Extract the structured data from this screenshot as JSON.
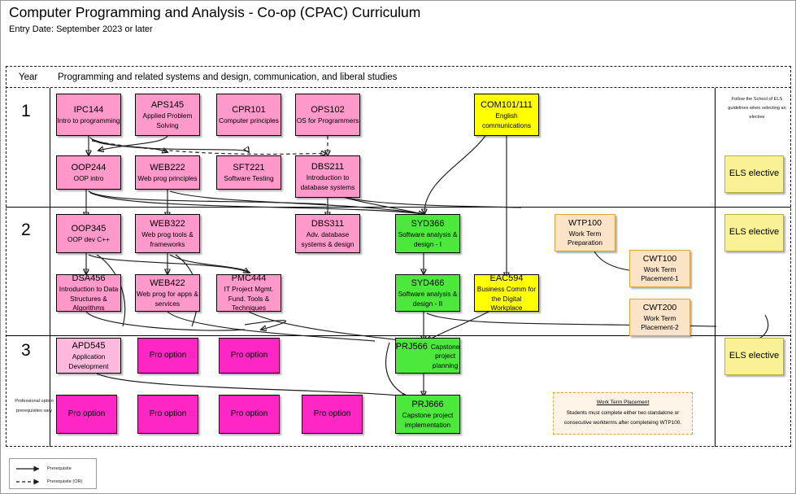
{
  "header": {
    "title": "Computer Programming and Analysis - Co-op (CPAC) Curriculum",
    "subtitle": "Entry Date: September 2023 or later"
  },
  "table_header": {
    "year_label": "Year",
    "description": "Programming and related systems and design, communication, and liberal studies"
  },
  "years": [
    {
      "number": "1"
    },
    {
      "number": "2"
    },
    {
      "number": "3"
    }
  ],
  "courses": {
    "ipc144": {
      "code": "IPC144",
      "desc": "Intro to programming"
    },
    "aps145": {
      "code": "APS145",
      "desc": "Applied Problem Solving"
    },
    "cpr101": {
      "code": "CPR101",
      "desc": "Computer principles"
    },
    "ops102": {
      "code": "OPS102",
      "desc": "OS for Programmers"
    },
    "com101": {
      "code": "COM101/111",
      "desc": "English communications"
    },
    "oop244": {
      "code": "OOP244",
      "desc": "OOP intro"
    },
    "web222": {
      "code": "WEB222",
      "desc": "Web prog principles"
    },
    "sft221": {
      "code": "SFT221",
      "desc": "Software Testing"
    },
    "dbs211": {
      "code": "DBS211",
      "desc": "Introduction to database systems"
    },
    "oop345": {
      "code": "OOP345",
      "desc": "OOP dev C++"
    },
    "web322": {
      "code": "WEB322",
      "desc": "Web prog tools & frameworks"
    },
    "dbs311": {
      "code": "DBS311",
      "desc": "Adv. database systems & design"
    },
    "syd366": {
      "code": "SYD366",
      "desc": "Software analysis & design - I"
    },
    "dsa456": {
      "code": "DSA456",
      "desc": "Introduction to Data Structures & Algorithms"
    },
    "web422": {
      "code": "WEB422",
      "desc": "Web prog for apps & services"
    },
    "pmc444": {
      "code": "PMC444",
      "desc": "IT Project Mgmt. Fund. Tools & Techniques"
    },
    "syd466": {
      "code": "SYD466",
      "desc": "Software analysis & design - II"
    },
    "eac594": {
      "code": "EAC594",
      "desc": "Business Comm for the Digital Workplace"
    },
    "apd545": {
      "code": "APD545",
      "desc": "Application Development"
    },
    "prj566": {
      "code": "PRJ566",
      "desc": "Capstone project planning"
    },
    "prj666": {
      "code": "PRJ666",
      "desc": "Capstone project implementation"
    },
    "wtp100": {
      "code": "WTP100",
      "desc": "Work Term Preparation"
    },
    "cwt100": {
      "code": "CWT100",
      "desc": "Work Term Placement-1"
    },
    "cwt200": {
      "code": "CWT200",
      "desc": "Work Term Placement-2"
    }
  },
  "pro_options": {
    "label": "Pro option",
    "note": "Professional option prerequisites vary"
  },
  "els": {
    "label": "ELS elective",
    "note": "Follow the School of ELS guidelines when selecting an elective"
  },
  "work_term_note": {
    "title": "Work Term Placement",
    "body": "Students must complete either two standalone or consecutive workterms after completeing WTP100."
  },
  "legend": {
    "prerequisite": "Prerequisite",
    "prerequisite_or": "Prerequisite (OR)"
  },
  "colors": {
    "course_pink": "#FF99CC",
    "pro_option_magenta": "#FF26C6",
    "communications_yellow": "#FFFF00",
    "systems_green": "#4CE83C",
    "els_yellow": "#FAF096",
    "work_term_peach": "#FBE3C8"
  }
}
